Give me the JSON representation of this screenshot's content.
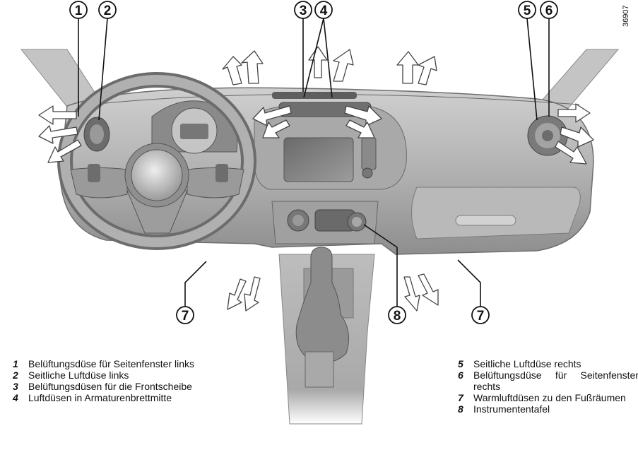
{
  "reference_code": "36907",
  "callouts": {
    "c1": "1",
    "c2": "2",
    "c3": "3",
    "c4": "4",
    "c5": "5",
    "c6": "6",
    "c7a": "7",
    "c7b": "7",
    "c8": "8"
  },
  "legend_left": [
    {
      "num": "1",
      "text": "Belüftungsdüse für Seitenfenster links"
    },
    {
      "num": "2",
      "text": "Seitliche Luftdüse links"
    },
    {
      "num": "3",
      "text": "Belüftungsdüsen für die Frontscheibe"
    },
    {
      "num": "4",
      "text": "Luftdüsen in Armaturenbrettmitte"
    }
  ],
  "legend_right": [
    {
      "num": "5",
      "text": "Seitliche Luftdüse rechts"
    },
    {
      "num": "6",
      "text": "Belüftungsdüse für Seitenfenster rechts"
    },
    {
      "num": "7",
      "text": "Warmluftdüsen zu den Fußräumen"
    },
    {
      "num": "8",
      "text": "Instrumententafel"
    }
  ],
  "colors": {
    "dashboard": "#b4b4b4",
    "dashboard_dark": "#7a7a7a",
    "arrow_fill": "#ffffff",
    "arrow_stroke": "#444444"
  }
}
